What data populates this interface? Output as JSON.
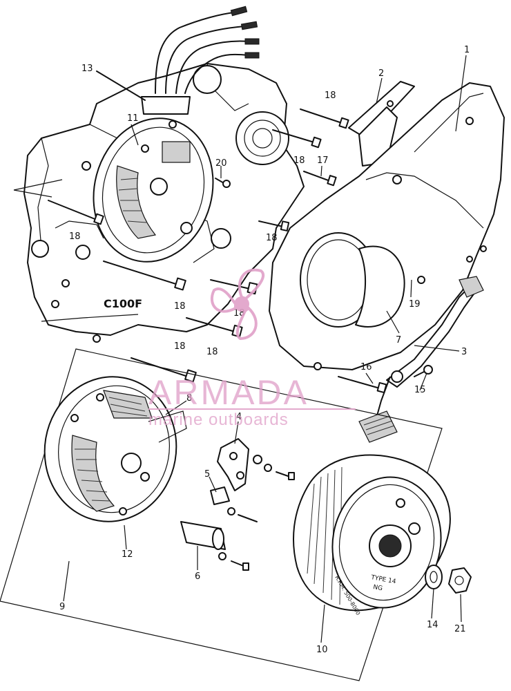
{
  "diagram": {
    "callouts": [
      {
        "id": "c1",
        "text": "1"
      },
      {
        "id": "c2",
        "text": "2"
      },
      {
        "id": "c3",
        "text": "3"
      },
      {
        "id": "c4",
        "text": "4"
      },
      {
        "id": "c5",
        "text": "5"
      },
      {
        "id": "c6",
        "text": "6"
      },
      {
        "id": "c7",
        "text": "7"
      },
      {
        "id": "c8",
        "text": "8"
      },
      {
        "id": "c9",
        "text": "9"
      },
      {
        "id": "c10",
        "text": "10"
      },
      {
        "id": "c11",
        "text": "11"
      },
      {
        "id": "c12",
        "text": "12"
      },
      {
        "id": "c13",
        "text": "13"
      },
      {
        "id": "c14",
        "text": "14"
      },
      {
        "id": "c15",
        "text": "15"
      },
      {
        "id": "c16",
        "text": "16"
      },
      {
        "id": "c17",
        "text": "17"
      },
      {
        "id": "c18a",
        "text": "18"
      },
      {
        "id": "c18b",
        "text": "18"
      },
      {
        "id": "c18c",
        "text": "18"
      },
      {
        "id": "c18d",
        "text": "18"
      },
      {
        "id": "c18e",
        "text": "18"
      },
      {
        "id": "c18f",
        "text": "18"
      },
      {
        "id": "c18g",
        "text": "18"
      },
      {
        "id": "c18h",
        "text": "18"
      },
      {
        "id": "c19",
        "text": "19"
      },
      {
        "id": "c20",
        "text": "20"
      },
      {
        "id": "c21",
        "text": "21"
      }
    ],
    "engine_marking": "C100F",
    "rotor_marking_1": "TYPE 14",
    "rotor_marking_2": "NG",
    "rotor_marking_3": "R.P.M. 500-8000"
  },
  "watermark": {
    "brand": "ARMADA",
    "tagline": "marine outboards",
    "color": "#e0a0c8"
  }
}
